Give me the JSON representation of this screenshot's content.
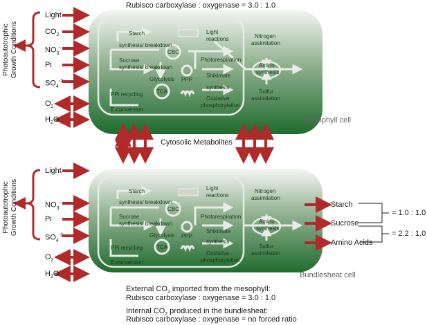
{
  "top_ratio": "Rubisco carboxylase : oxygenase  = 3.0 : 1.0",
  "vertical_label": [
    "Photoautotrophic",
    "Growth Conditions"
  ],
  "mesophyll": {
    "inputs": [
      "Light",
      "CO2",
      "NO3-",
      "Pi",
      "SO4-2"
    ],
    "bidirectional": [
      "O2",
      "H2O"
    ],
    "name": "Mesophyll cell"
  },
  "bundlesheath": {
    "inputs": [
      "Light",
      "NO3-",
      "Pi",
      "SO4-2"
    ],
    "bidirectional": [
      "O2",
      "H2O"
    ],
    "name": "Bundlesheat cell",
    "outputs": [
      "Starch",
      "Sucrose",
      "Amino Acids"
    ],
    "ratio_1": "= 1.0 : 1.0",
    "ratio_2": "= 2.2 : 1.0"
  },
  "cytosolic": "Cytosolic Metabolites",
  "chloroplast": {
    "starch": "Starch",
    "starch_sb": "synthesis/ breakdown",
    "sucrose": "Sucrose",
    "sucrose_sb": "synthesis/ breakdown",
    "light": "Light",
    "reactions": "reactions",
    "cbc": "CBC",
    "photorespiration": "Photorespiration",
    "glycolysis": "Glycolysis",
    "ppp": "PPP",
    "shikimate": "Shikimate",
    "synthesis": "synthesis",
    "ppi": "PPi recycling",
    "e_conversion": "E-conversion",
    "tca": "TCA",
    "oxidative": "Oxidative",
    "phosphorylation": "phosphorylation"
  },
  "right_panel": {
    "nitrogen": "Nitrogen",
    "assimilation": "assimilation",
    "amino": "Amino",
    "amino_synthesis": "synthesis",
    "sulfur": "Sulfur",
    "sulfur_assim": "assimilation"
  },
  "bottom": {
    "line1": "External CO2 imported from the mesophyll:",
    "line2": "Rubisco carboxylase : oxygenase  = 3.0 : 1.0",
    "line3": "Internal CO2 produced in the bundlesheat:",
    "line4": "Rubisco carboxylase : oxygenase  = no forced ratio"
  },
  "colors": {
    "arrow_red": "#b12a2a",
    "cell_dark": "#1f6b2e",
    "cell_light": "#f2f5f0"
  }
}
